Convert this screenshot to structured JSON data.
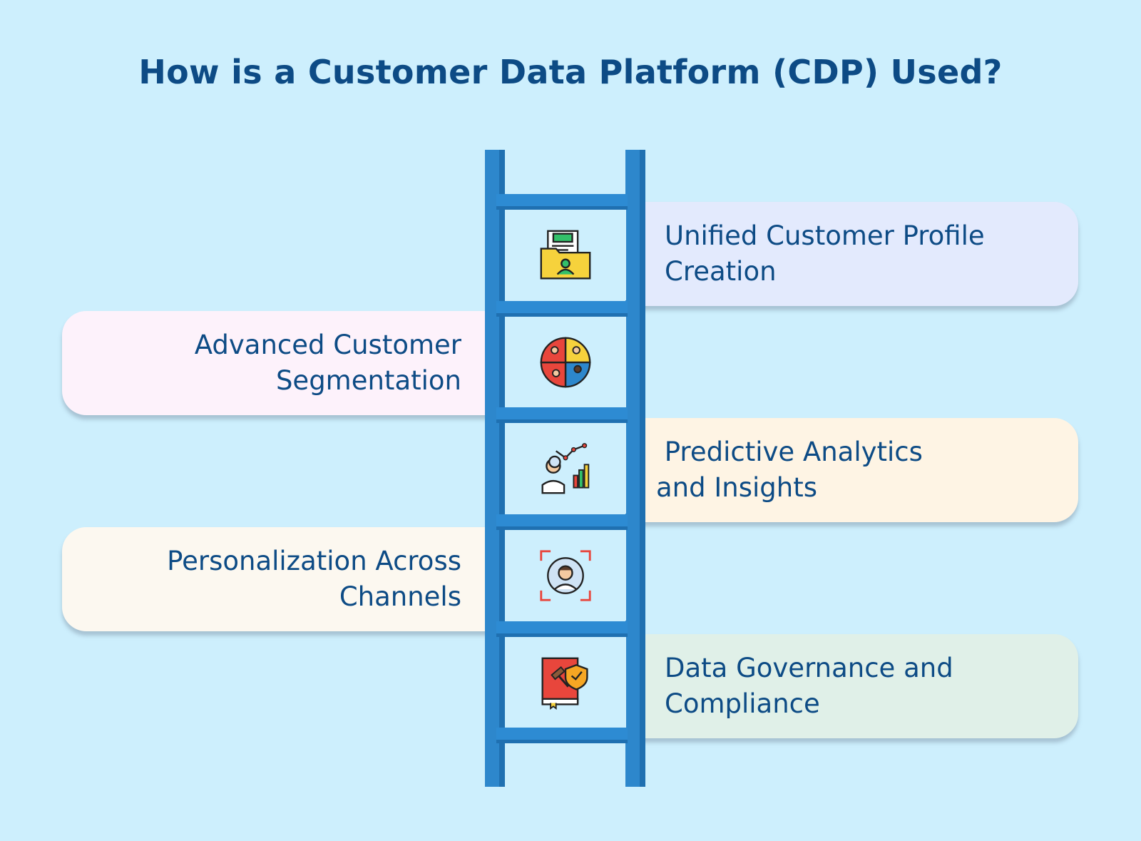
{
  "title": "How is a Customer Data Platform (CDP) Used?",
  "steps": [
    {
      "label": "Unified Customer Profile Creation",
      "side": "right",
      "color": "#e3eafd",
      "icon": "folder-profile-icon"
    },
    {
      "label": "Advanced Customer Segmentation",
      "side": "left",
      "color": "#fdf2fb",
      "icon": "segmentation-pie-icon"
    },
    {
      "label": " Predictive Analytics and Insights",
      "side": "right",
      "color": "#fef4e4",
      "icon": "analyst-chart-icon"
    },
    {
      "label": "Personalization Across Channels",
      "side": "left",
      "color": "#fcf8f0",
      "icon": "target-person-icon"
    },
    {
      "label": "Data Governance and Compliance",
      "side": "right",
      "color": "#e0f0e8",
      "icon": "law-book-shield-icon"
    }
  ],
  "colors": {
    "title": "#0d4b85",
    "ladder": "#2d87cc",
    "background": "#cdeffd"
  }
}
